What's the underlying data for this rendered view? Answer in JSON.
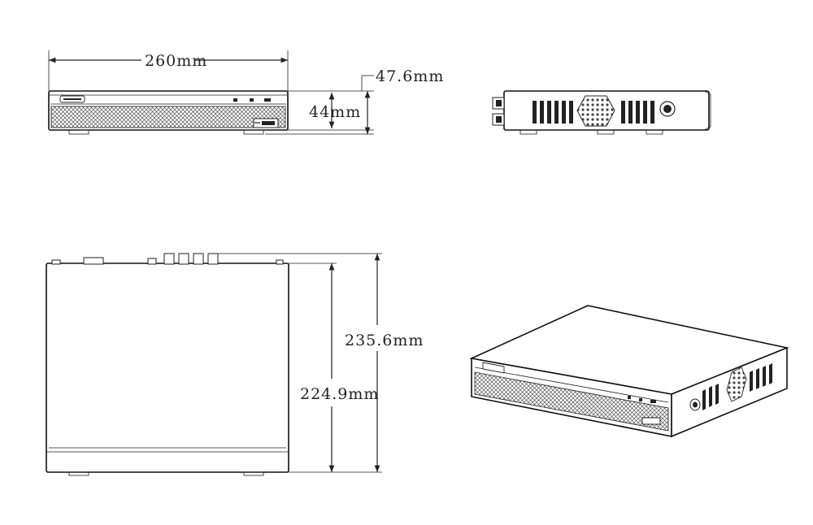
{
  "dimensions": {
    "width": "260mm",
    "height_total": "47.6mm",
    "height_body": "44mm",
    "depth_total": "235.6mm",
    "depth_body": "224.9mm"
  },
  "colors": {
    "line": "#222222",
    "background": "#ffffff"
  },
  "icons": {
    "vent_side": "hexagon-mesh-vent",
    "power": "power-socket-icon",
    "usb": "usb-port-icon"
  }
}
